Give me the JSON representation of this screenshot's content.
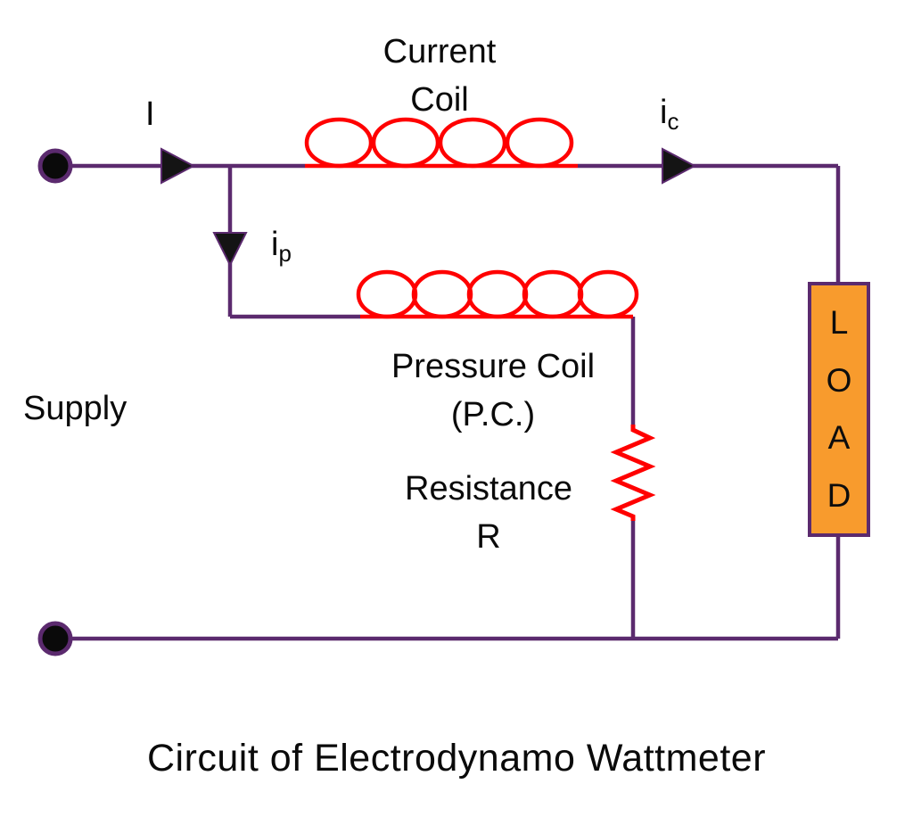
{
  "title": "Circuit of Electrodynamo Wattmeter",
  "labels": {
    "supply": "Supply",
    "current_coil": "Current\nCoil",
    "pressure_coil": "Pressure Coil\n(P.C.)",
    "resistance": "Resistance\nR",
    "line_current": "I",
    "current_coil_current": {
      "base": "i",
      "sub": "c"
    },
    "pressure_coil_current": {
      "base": "i",
      "sub": "p"
    }
  },
  "load": {
    "letters": [
      "L",
      "O",
      "A",
      "D"
    ]
  },
  "colors": {
    "wire": "#5b2a6e",
    "coil": "#ff0000",
    "load_fill": "#f89b2d",
    "arrow": "#141414",
    "text": "#0a0a0a"
  }
}
